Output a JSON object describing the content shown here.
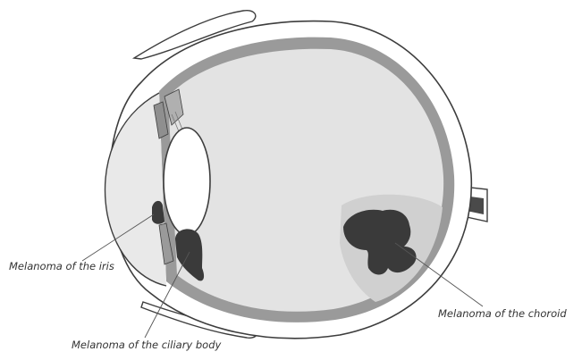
{
  "labels": {
    "iris": "Melanoma of the iris",
    "ciliary": "Melanoma of the ciliary body",
    "choroid": "Melanoma of the choroid"
  },
  "colors": {
    "outline": "#3d3d3d",
    "sclera": "#ffffff",
    "choroid_layer": "#9a9a9a",
    "vitreous": "#e3e3e3",
    "tumor": "#3a3a3a",
    "lens": "#ffffff",
    "leader_line": "#555555"
  }
}
